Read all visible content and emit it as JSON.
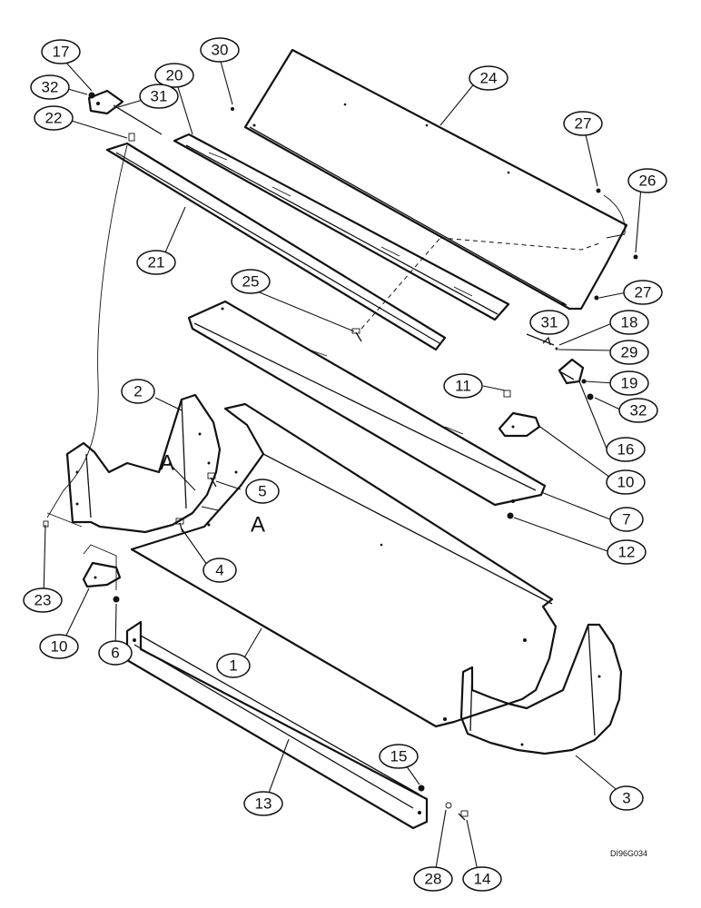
{
  "figure_code": "DI96G034",
  "reference_letters": [
    "A",
    "A"
  ],
  "callouts": [
    "1",
    "2",
    "3",
    "4",
    "5",
    "6",
    "7",
    "10",
    "10",
    "11",
    "12",
    "13",
    "14",
    "15",
    "16",
    "17",
    "18",
    "19",
    "20",
    "21",
    "22",
    "23",
    "24",
    "25",
    "26",
    "27",
    "27",
    "28",
    "29",
    "30",
    "31",
    "31",
    "32",
    "32"
  ]
}
